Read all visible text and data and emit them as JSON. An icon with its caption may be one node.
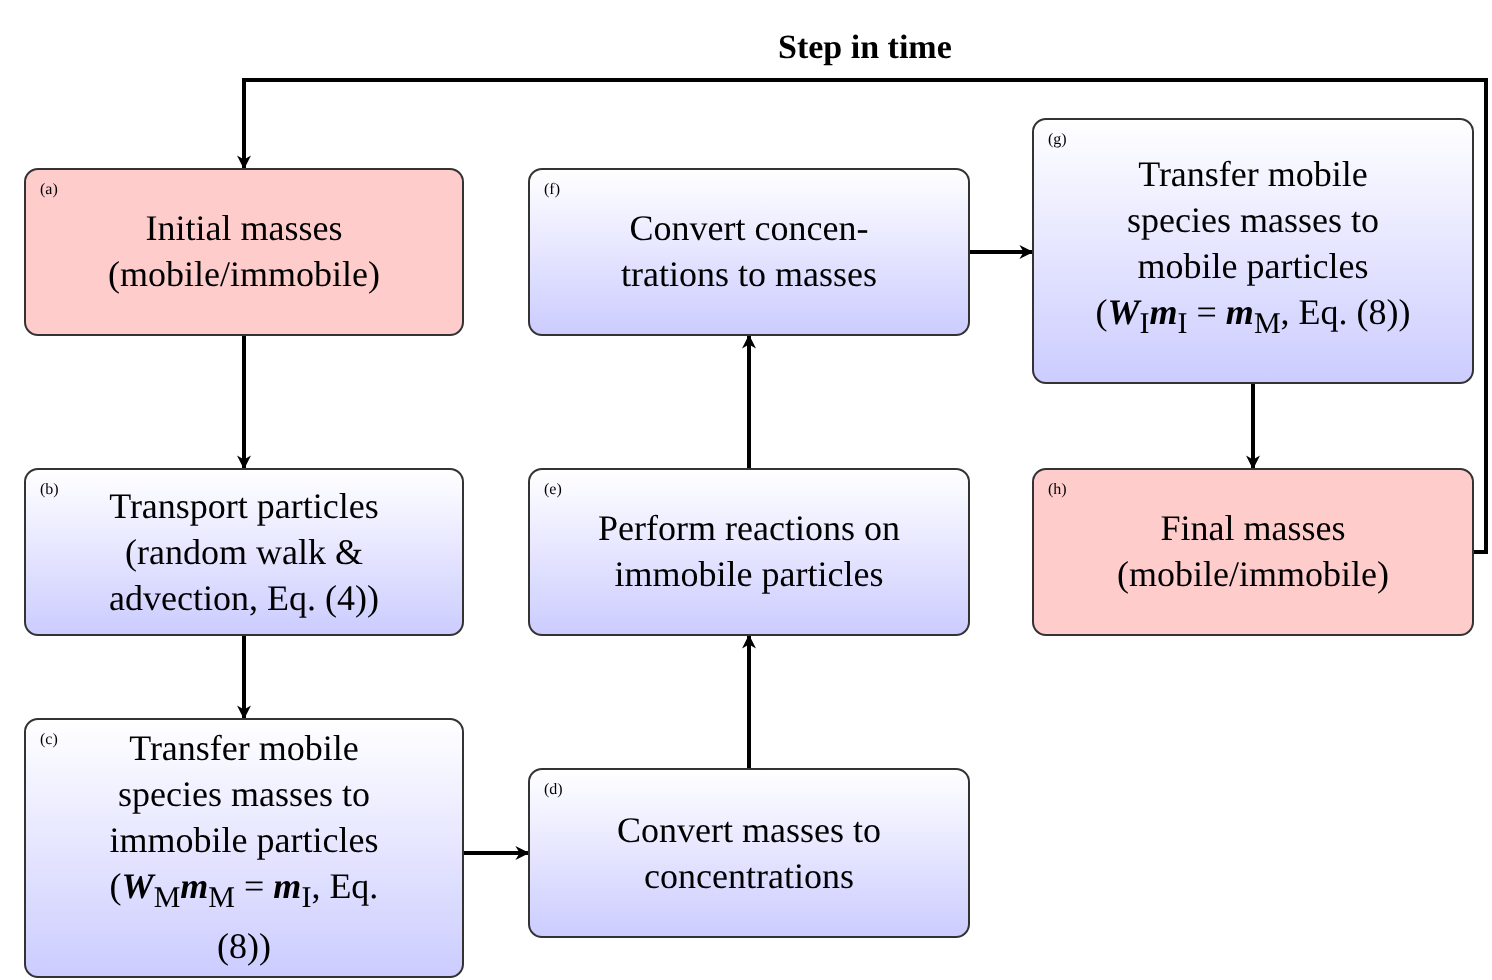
{
  "diagram": {
    "nodes": [
      {
        "text": [
          "(a)",
          "Initial masses (mobile/immobile)"
        ]
      },
      {
        "text": [
          "(b)",
          "Transport particles (random walk & advection, Eq. (4))"
        ]
      },
      {
        "text": [
          "(c)",
          "Transfer mobile species masses to immobile particles (**W**$_{M}$**m**$_{M}$ = **m**$_{I}$, Eq. (8))"
        ]
      },
      {
        "text": [
          "(d)",
          "Convert masses to concentrations"
        ]
      },
      {
        "text": [
          "(e)",
          "Perform reactions on immobile particles"
        ]
      },
      {
        "text": [
          "(f)",
          "Convert concen- trations to masses"
        ]
      },
      {
        "text": [
          "(g)",
          "Transfer mobile species masses to mobile particles (**W**$_{I}$**m**$_{I}$ = **m**$_{M}$, Eq. (8))"
        ]
      },
      {
        "text": [
          "(h)",
          "Final masses (mobile/immobile)"
        ]
      }
    ],
    "edges": [
      {
        "from": 0,
        "to": 1,
        "arrow": "to"
      },
      {
        "from": 1,
        "to": 2,
        "arrow": "to"
      },
      {
        "from": 2,
        "to": 3,
        "arrow": "to"
      },
      {
        "from": 3,
        "to": 4,
        "arrow": "to"
      },
      {
        "from": 4,
        "to": 5,
        "arrow": "to"
      },
      {
        "from": 5,
        "to": 6,
        "arrow": "to"
      },
      {
        "from": 6,
        "to": 7,
        "arrow": "to"
      },
      {
        "from": 7,
        "to": 0,
        "arrow": "to",
        "label": "Step in time"
      }
    ]
  }
}
